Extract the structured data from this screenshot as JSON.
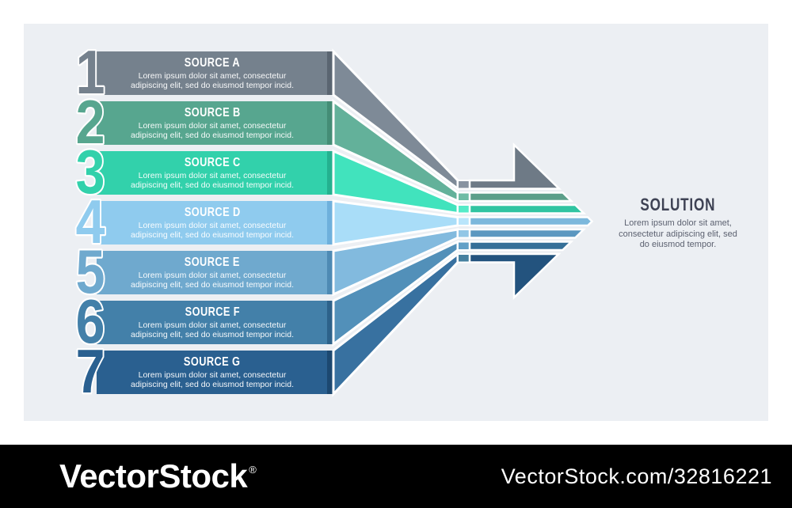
{
  "page": {
    "bg": "#FFFFFF",
    "canvas_bg": "#ECEFF3"
  },
  "sources": [
    {
      "number": "1",
      "title": "SOURCE A",
      "body1": "Lorem ipsum dolor sit amet, consectetur",
      "body2": "adipiscing elit, sed do eiusmod tempor incid.",
      "colors": {
        "bar": "#75818D",
        "diag": "#7E8A97",
        "stripe": "#6E7A86",
        "fold": "#5A6571",
        "bend": "#8893A0"
      }
    },
    {
      "number": "2",
      "title": "SOURCE B",
      "body1": "Lorem ipsum dolor sit amet, consectetur",
      "body2": "adipiscing elit, sed do eiusmod tempor incid.",
      "colors": {
        "bar": "#57A68F",
        "diag": "#63B19A",
        "stripe": "#5C9F8A",
        "fold": "#448D76",
        "bend": "#6FBCA5"
      }
    },
    {
      "number": "3",
      "title": "SOURCE C",
      "body1": "Lorem ipsum dolor sit amet, consectetur",
      "body2": "adipiscing elit, sed do eiusmod tempor incid.",
      "colors": {
        "bar": "#32D1AB",
        "diag": "#41E3BD",
        "stripe": "#30C4A1",
        "fold": "#24B18F",
        "bend": "#55EBC8"
      }
    },
    {
      "number": "4",
      "title": "SOURCE D",
      "body1": "Lorem ipsum dolor sit amet, consectetur",
      "body2": "adipiscing elit, sed do eiusmod tempor incid.",
      "colors": {
        "bar": "#8FCBEE",
        "diag": "#A9DDF8",
        "stripe": "#7CB8DC",
        "fold": "#6EB0DC",
        "bend": "#B9E5FB"
      }
    },
    {
      "number": "5",
      "title": "SOURCE E",
      "body1": "Lorem ipsum dolor sit amet, consectetur",
      "body2": "adipiscing elit, sed do eiusmod tempor incid.",
      "colors": {
        "bar": "#6FA9CE",
        "diag": "#82BADE",
        "stripe": "#5B97C0",
        "fold": "#4E8AB4",
        "bend": "#92C6E6"
      }
    },
    {
      "number": "6",
      "title": "SOURCE F",
      "body1": "Lorem ipsum dolor sit amet, consectetur",
      "body2": "adipiscing elit, sed do eiusmod tempor incid.",
      "colors": {
        "bar": "#4380A9",
        "diag": "#5290B9",
        "stripe": "#356F98",
        "fold": "#2D628A",
        "bend": "#62A0C7"
      }
    },
    {
      "number": "7",
      "title": "SOURCE G",
      "body1": "Lorem ipsum dolor sit amet, consectetur",
      "body2": "adipiscing elit, sed do eiusmod tempor incid.",
      "colors": {
        "bar": "#2A6090",
        "diag": "#3871A0",
        "stripe": "#23537E",
        "fold": "#1C4870",
        "bend": "#46809F"
      }
    }
  ],
  "solution": {
    "title": "SOLUTION",
    "body1": "Lorem ipsum dolor sit amet,",
    "body2": "consectetur adipiscing elit, sed",
    "body3": "do eiusmod tempor.",
    "title_color": "#3E4254",
    "body_color": "#5C6170"
  },
  "watermark": {
    "logo": "VectorStock",
    "reg": "®",
    "url": "VectorStock.com/32816221",
    "bg": "#000000",
    "text_color": "#FFFFFF"
  }
}
